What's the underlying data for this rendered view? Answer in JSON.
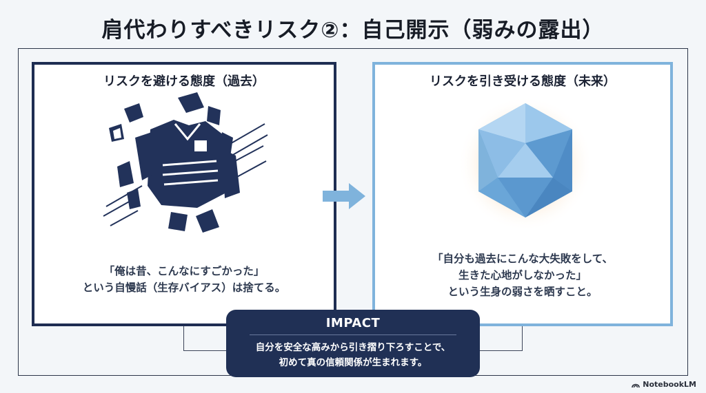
{
  "title": "肩代わりすべきリスク②：自己開示（弱みの露出）",
  "left_panel": {
    "heading": "リスクを避ける態度（過去）",
    "illustration": "armor-icon",
    "lines": [
      "「俺は昔、こんなにすごかった」",
      "という自慢話（生存バイアス）は捨てる。"
    ]
  },
  "right_panel": {
    "heading": "リスクを引き受ける態度（未来）",
    "illustration": "crystal-icon",
    "lines": [
      "「自分も過去にこんな大失敗をして、",
      "生きた心地がしなかった」",
      "という生身の弱さを晒すこと。"
    ]
  },
  "impact": {
    "title": "IMPACT",
    "lines": [
      "自分を安全な高みから引き摺り下ろすことで、",
      "初めて真の信頼関係が生まれます。"
    ]
  },
  "brand": "NotebookLM",
  "colors": {
    "navy": "#1e2d52",
    "light_blue": "#7fb3dc",
    "glow": "#f6c28a"
  }
}
